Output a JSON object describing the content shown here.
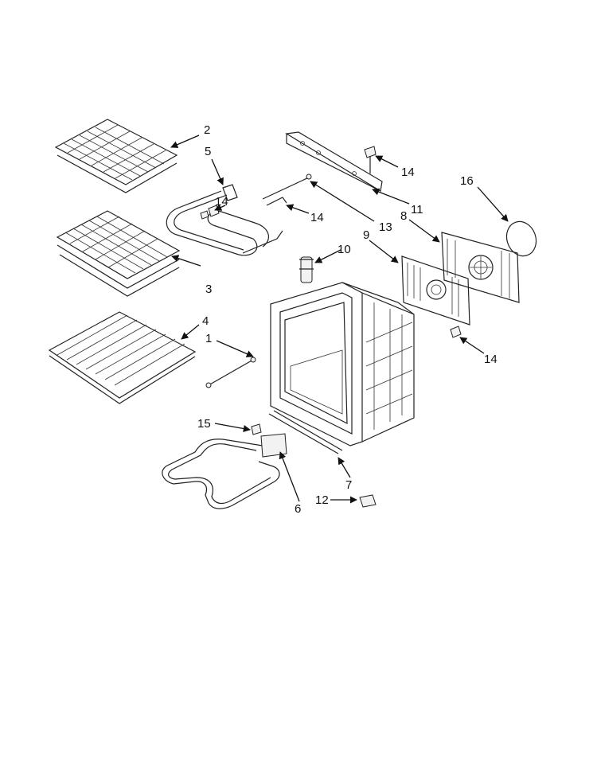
{
  "callouts": {
    "c1": "1",
    "c2": "2",
    "c3": "3",
    "c4": "4",
    "c5": "5",
    "c6": "6",
    "c7": "7",
    "c8": "8",
    "c9": "9",
    "c10": "10",
    "c11": "11",
    "c12": "12",
    "c13": "13",
    "c14": "14",
    "c15": "15",
    "c16": "16"
  },
  "colors": {
    "line": "#222222",
    "background": "#ffffff"
  }
}
